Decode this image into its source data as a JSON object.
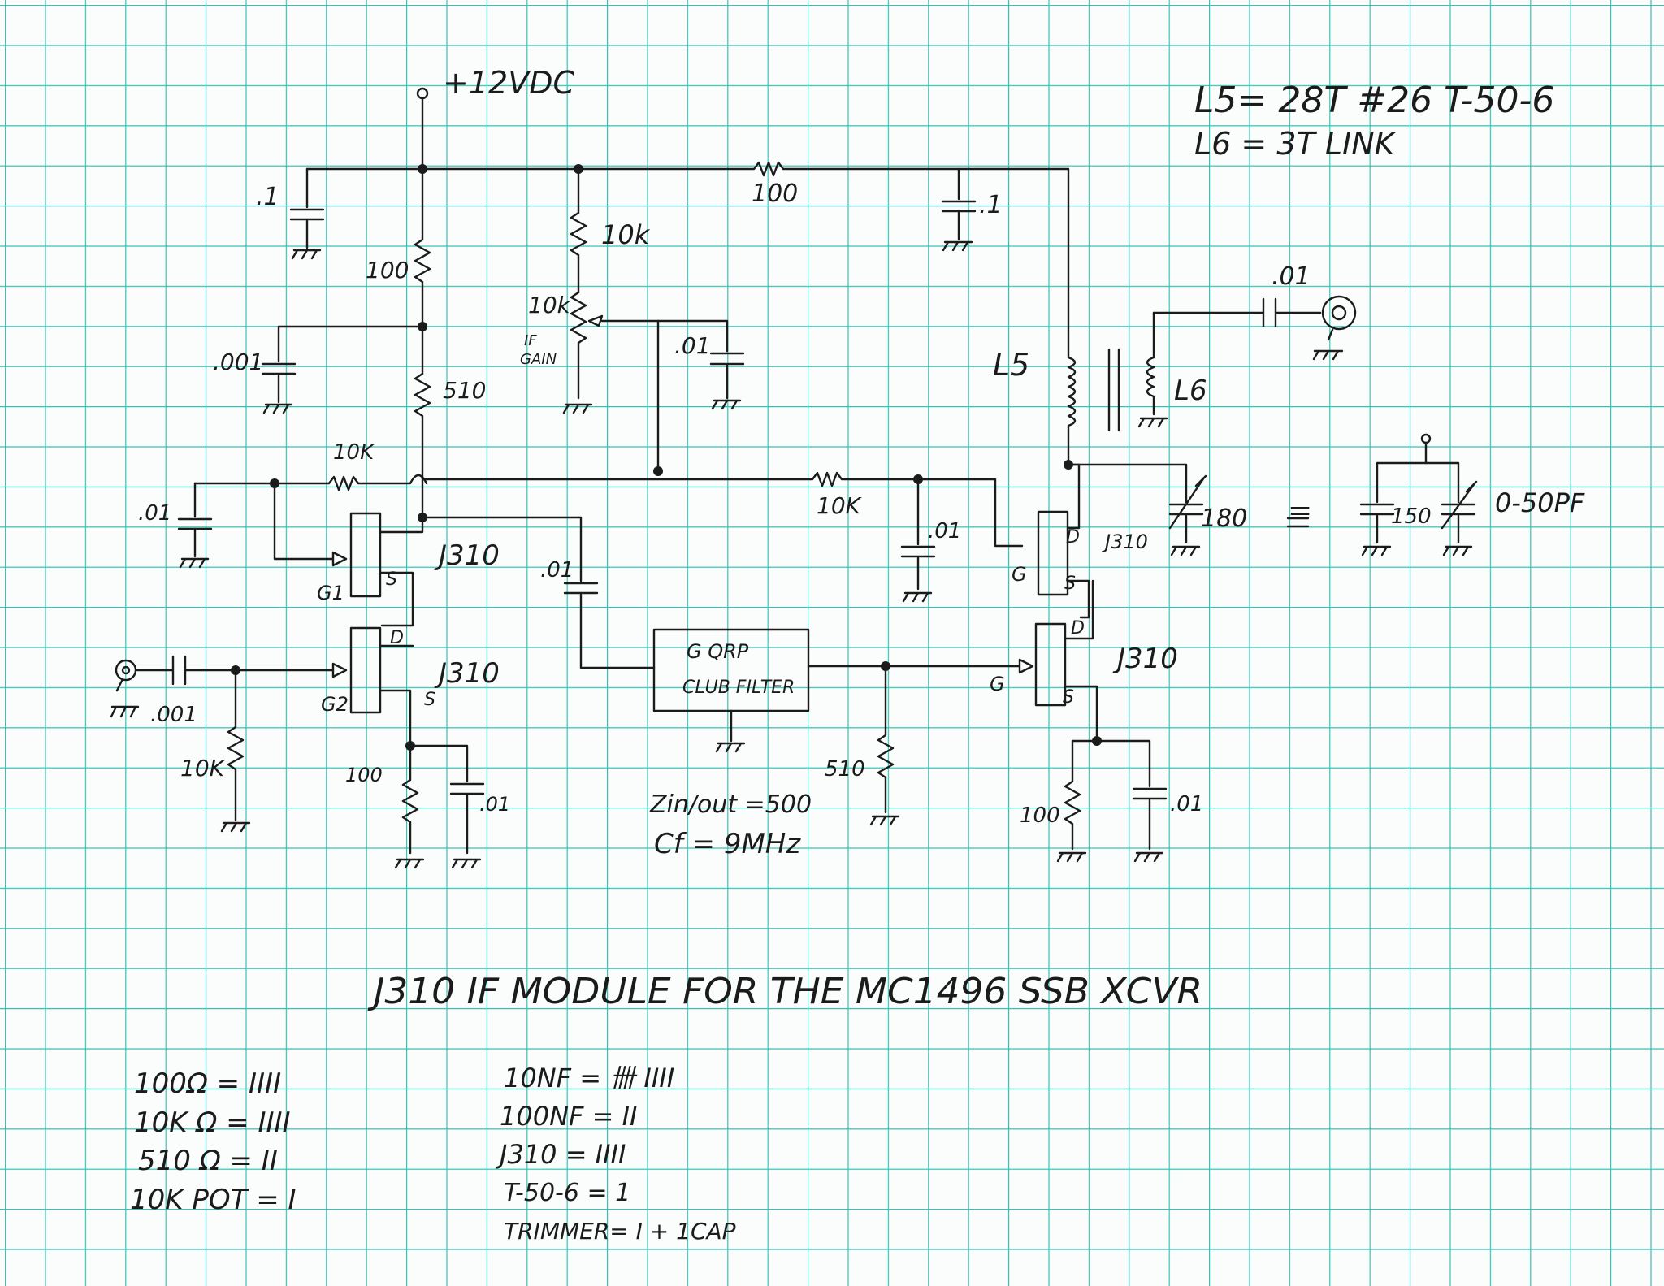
{
  "labels": {
    "supply": "+12VDC",
    "note_l5": "L5= 28T #26 T-50-6",
    "note_l6": "L6 = 3T LINK",
    "c_top_left": ".1",
    "r_top_series": "100",
    "c_top_right": ".1",
    "r_vertical_100": "100",
    "r_10k_top": "10k",
    "pot_value": "10k",
    "pot_name_1": "IF",
    "pot_name_2": "GAIN",
    "c_001_left": ".001",
    "r_510": "510",
    "c_01_pot": ".01",
    "coil_l5": "L5",
    "coil_l6": "L6",
    "c_01_output": ".01",
    "r_10k_feedback": "10K",
    "c_01_left": ".01",
    "r_10k_gate": "10K",
    "c_01_gate": ".01",
    "trimmer_value": "180",
    "equiv_sign": "=",
    "c_150": "150",
    "trimmer_range": "0-50PF",
    "q1_type": "J310",
    "q1_gate": "G1",
    "q1_source": "S",
    "q2_drain": "D",
    "q2_type": "J310",
    "q2_gate": "G2",
    "q2_source": "S",
    "c_01_coupling": ".01",
    "c_001_input": ".001",
    "r_10k_input": "10K",
    "r_100_source": "100",
    "c_01_source": ".01",
    "filter_line1": "G QRP",
    "filter_line2": "CLUB FILTER",
    "impedance": "Zin/out =500",
    "center_freq": "Cf = 9MHz",
    "r_510_filter": "510",
    "q3_drain": "D",
    "q3_type": "J310",
    "q3_gate": "G",
    "q3_source": "S",
    "q4_drain": "D",
    "q4_type": "J310",
    "q4_gate": "G",
    "q4_source": "S",
    "r_100_q4": "100",
    "c_01_q4": ".01",
    "title": "J310 IF MODULE FOR THE MC1496 SSB XCVR"
  },
  "parts_list": {
    "left": [
      "100Ω = IIII",
      "10K Ω = IIII",
      "510 Ω = II",
      "10K POT = I"
    ],
    "right": [
      "10NF = 卌 IIII",
      "100NF = II",
      "J310 = IIII",
      "T-50-6 = 1",
      "TRIMMER= I + 1CAP"
    ]
  },
  "colors": {
    "grid": "#34c3b4",
    "ink": "#1b1b1b",
    "paper": "#fbfdfd"
  }
}
